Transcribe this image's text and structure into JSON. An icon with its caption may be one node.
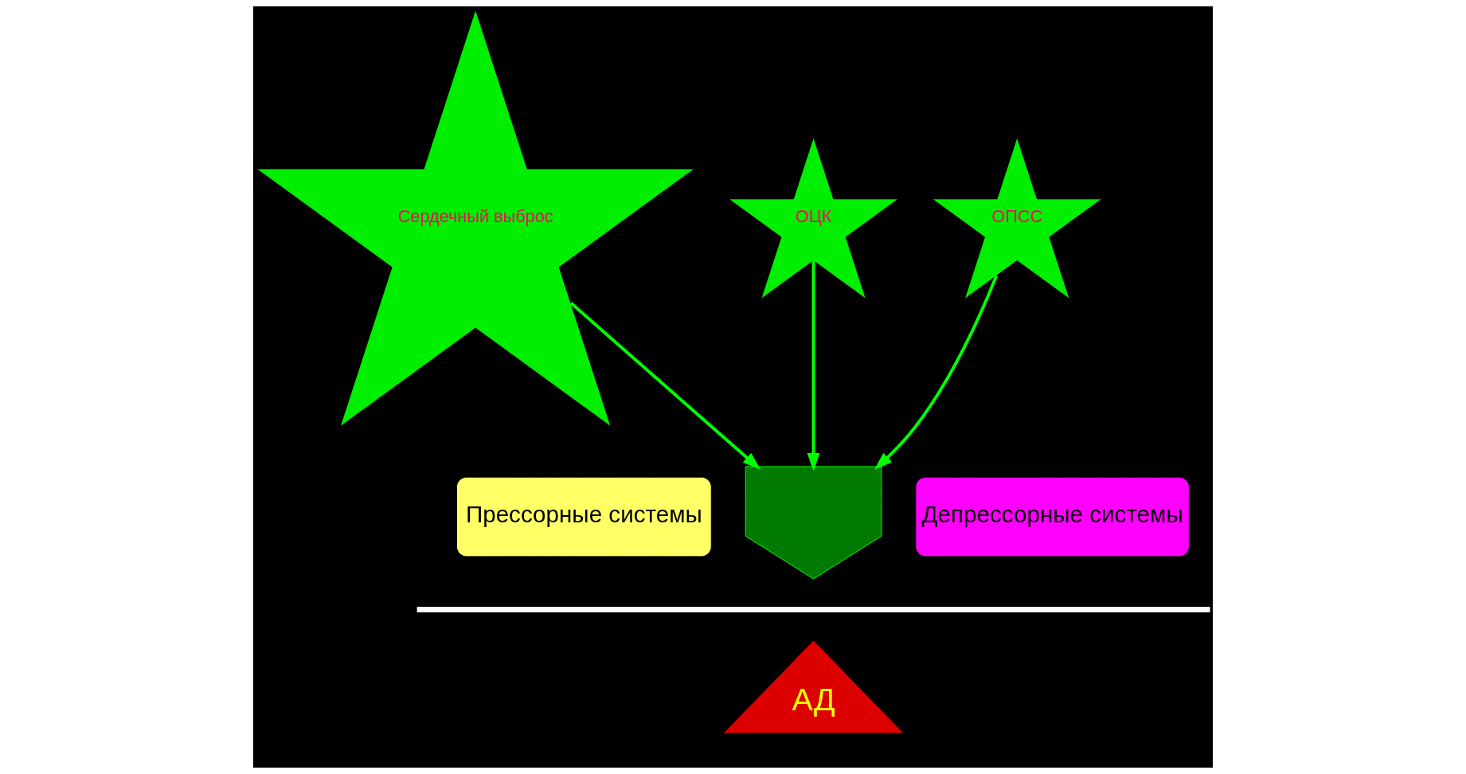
{
  "diagram": {
    "nodes": [
      {
        "text": [
          "Сердечный выброс"
        ]
      },
      {
        "text": [
          "ОЦК"
        ]
      },
      {
        "text": [
          "ОПСС"
        ]
      },
      {
        "text": [],
        "shape": "arrow"
      },
      {
        "text": [
          "Прессорные системы"
        ]
      },
      {
        "text": [
          "Депрессорные системы"
        ]
      },
      {
        "text": [],
        "shape": "bar"
      },
      {
        "text": [
          "АД"
        ]
      }
    ],
    "edges": [
      {
        "from": 0,
        "to": 3,
        "arrow": "to"
      },
      {
        "from": 1,
        "to": 3,
        "arrow": "to"
      },
      {
        "from": 2,
        "to": 3,
        "arrow": "to"
      }
    ]
  }
}
